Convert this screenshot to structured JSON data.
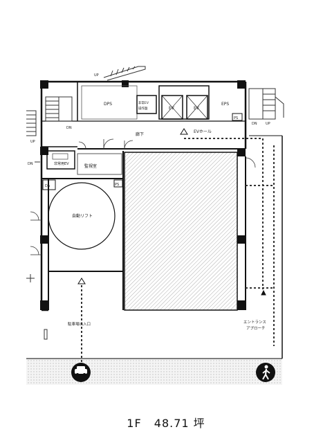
{
  "plan": {
    "floor": "1F",
    "area": "48.71 坪",
    "rooms": {
      "dps": "DPS",
      "eps": "EPS",
      "ev1": "EV",
      "ev2": "EV",
      "ev_hall": "EVホール",
      "corridor": "廊下",
      "monitor_room": "監視室",
      "emergency_ev": "非常用EV",
      "car_lift": "自動リフト",
      "ps_top": "PS",
      "ps_mid": "PS",
      "da": "DA",
      "small_room": "非常EV\n操作盤"
    },
    "annotations": {
      "up_top": "UP",
      "up_left": "UP",
      "dn_left": "DN",
      "dn_right": "DN",
      "up_right": "UP",
      "parking_entrance": "駐車場出入口",
      "entrance_approach": "エントランス\nアプローチ"
    }
  }
}
